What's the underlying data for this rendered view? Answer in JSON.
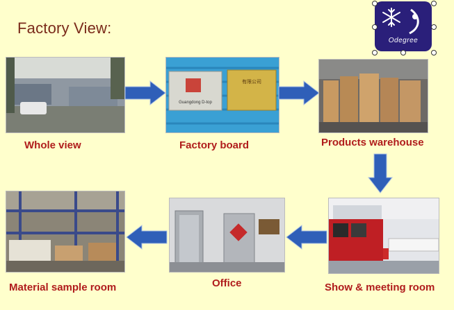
{
  "page": {
    "title": "Factory View:"
  },
  "logo": {
    "brand_text": "Odegree",
    "icon": "snowflake-icon"
  },
  "photos": [
    {
      "id": "whole-view",
      "label": "Whole view"
    },
    {
      "id": "factory-board",
      "label": "Factory board",
      "sign_left_text": "Guangdong D-top",
      "sign_right_text": "有限公司"
    },
    {
      "id": "products-warehouse",
      "label": "Products warehouse"
    },
    {
      "id": "show-meeting-room",
      "label": "Show & meeting room"
    },
    {
      "id": "office",
      "label": "Office"
    },
    {
      "id": "material-sample-room",
      "label": "Material sample room"
    }
  ],
  "colors": {
    "background": "#ffffcc",
    "title": "#7a2a1a",
    "label": "#b01c1c",
    "arrow": "#2f5fb8",
    "logo_bg": "#2a1f7a"
  }
}
